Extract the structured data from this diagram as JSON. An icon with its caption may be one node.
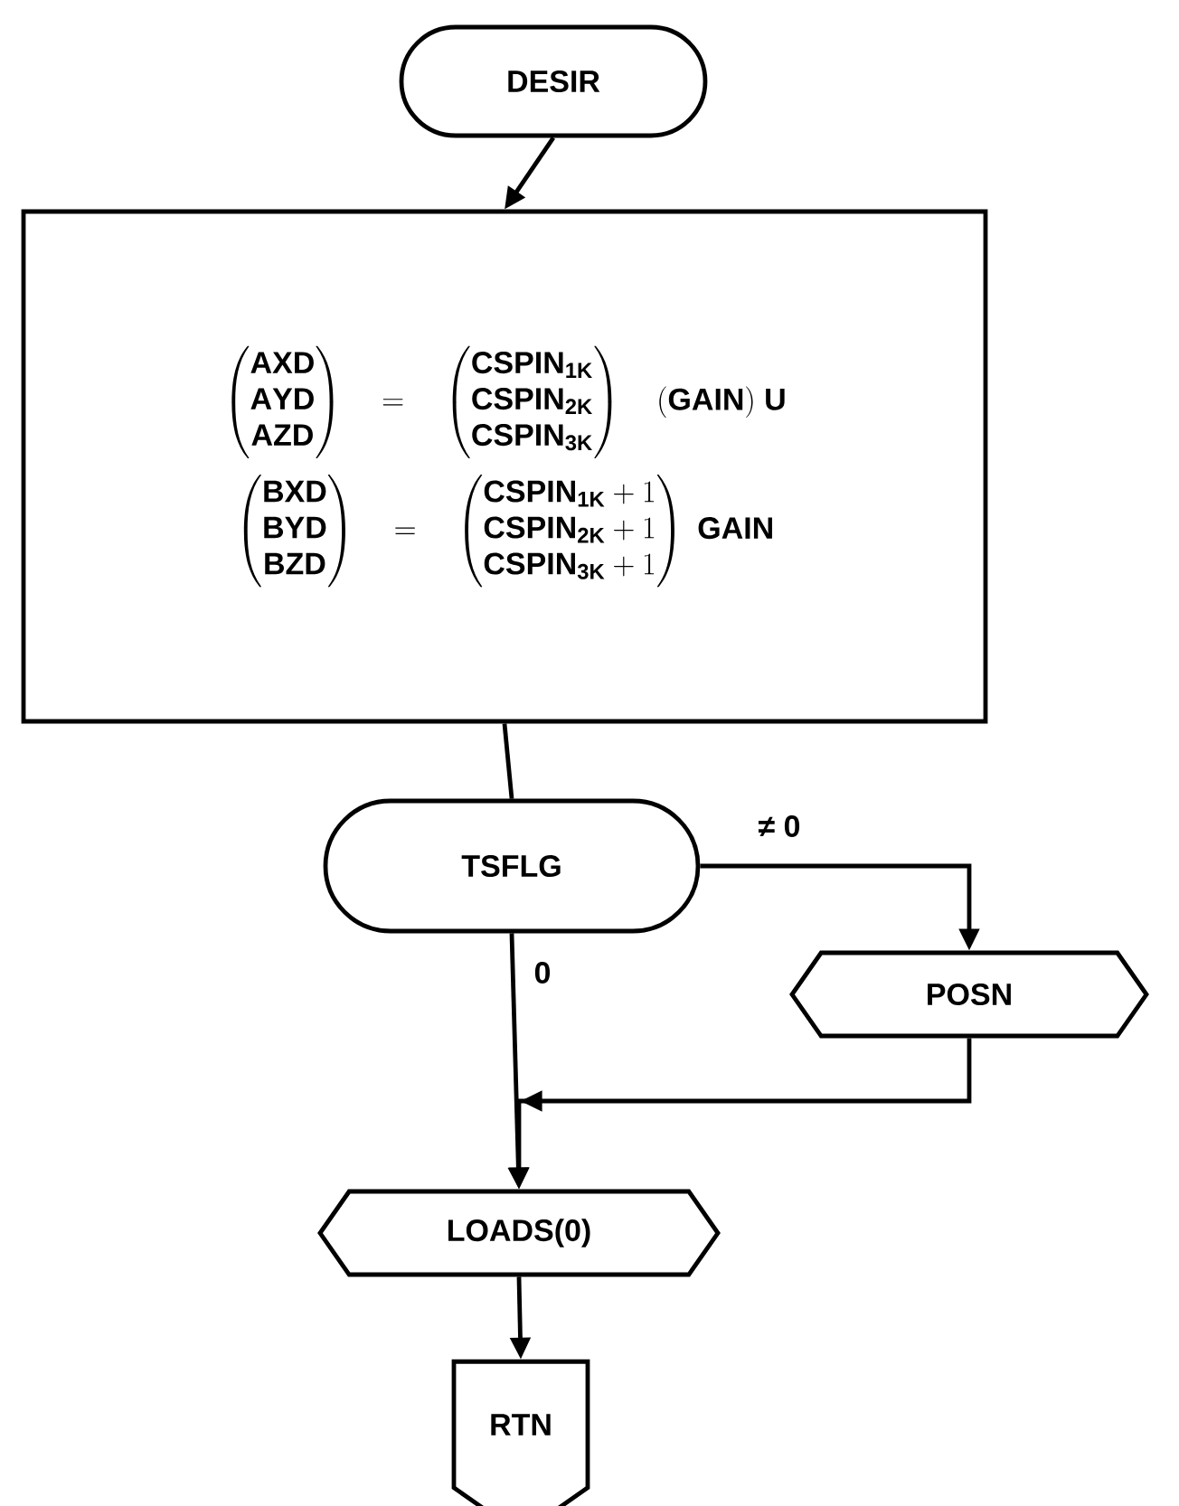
{
  "diagram": {
    "nodes": [
      {
        "text": [
          "DESIR"
        ]
      },
      {
        "text": [
          "\\begin{pmatrix}\\mathbf{AXD}\\\\ \\mathbf{AYD}\\\\ \\mathbf{AZD}\\end{pmatrix} \\quad = \\quad \\begin{pmatrix}\\mathbf{CSPIN}_{\\mathbf{1K}}\\\\ \\mathbf{CSPIN}_{\\mathbf{2K}}\\\\ \\mathbf{CSPIN}_{\\mathbf{3K}}\\end{pmatrix} \\quad (\\mathbf{GAIN})\\ \\mathbf{U}",
          "\\begin{pmatrix}\\mathbf{BXD}\\\\ \\mathbf{BYD}\\\\ \\mathbf{BZD}\\end{pmatrix} \\quad = \\quad \\begin{pmatrix}\\mathbf{CSPIN}_{\\mathbf{1K}} + 1\\\\ \\mathbf{CSPIN}_{\\mathbf{2K}} + 1\\\\ \\mathbf{CSPIN}_{\\mathbf{3K}} + 1\\end{pmatrix} \\ \\mathbf{GAIN}"
        ]
      },
      {
        "text": [
          "TSFLG"
        ]
      },
      {
        "text": [
          "POSN"
        ]
      },
      {
        "text": [
          "LOADS(0)"
        ]
      },
      {
        "text": [
          "RTN"
        ]
      }
    ],
    "edges": [
      {
        "from": 0,
        "to": 1,
        "arrow": "to"
      },
      {
        "from": 1,
        "to": 2,
        "arrow": "none"
      },
      {
        "from": 2,
        "to": 3,
        "arrow": "to",
        "label": "≠ 0"
      },
      {
        "from": 2,
        "to": 4,
        "arrow": "to",
        "label": "0"
      },
      {
        "from": 3,
        "to": 4,
        "arrow": "to"
      },
      {
        "from": 4,
        "to": 5,
        "arrow": "to"
      }
    ]
  }
}
